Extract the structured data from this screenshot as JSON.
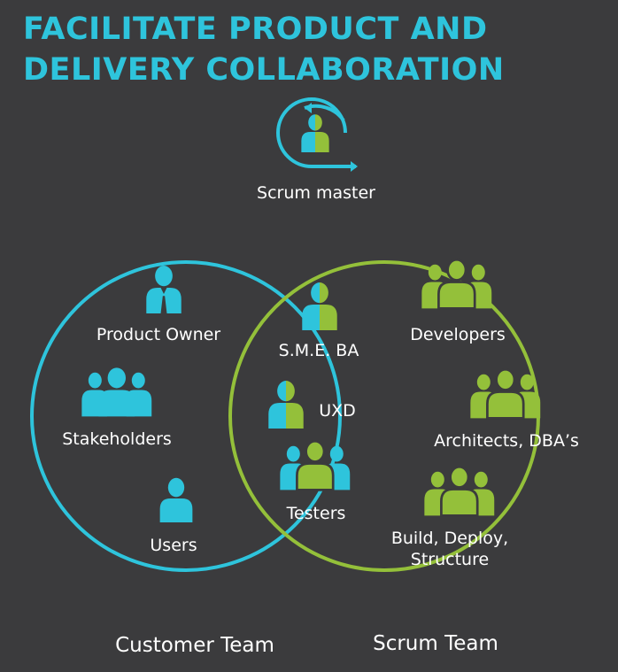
{
  "title": {
    "line1": "FACILITATE PRODUCT AND",
    "line2": "DELIVERY COLLABORATION"
  },
  "colors": {
    "background": "#3b3b3d",
    "blue": "#2ec4dc",
    "green": "#94c03a",
    "text": "#ffffff"
  },
  "scrum_master": {
    "label": "Scrum master",
    "icon": "cycle-person-icon"
  },
  "customer_team": {
    "label": "Customer Team",
    "members": [
      {
        "label": "Product Owner",
        "icon": "person-with-tie-icon"
      },
      {
        "label": "Stakeholders",
        "icon": "group-icon"
      },
      {
        "label": "Users",
        "icon": "person-icon"
      }
    ]
  },
  "shared": {
    "members": [
      {
        "label": "S.M.E. BA",
        "icon": "half-blue-half-green-person-icon"
      },
      {
        "label": "UXD",
        "icon": "half-blue-half-green-person-icon"
      },
      {
        "label": "Testers",
        "icon": "mixed-group-icon"
      }
    ]
  },
  "scrum_team": {
    "label": "Scrum Team",
    "members": [
      {
        "label": "Developers",
        "icon": "group-icon"
      },
      {
        "label": "Architects, DBA’s",
        "icon": "group-icon"
      },
      {
        "label_line1": "Build, Deploy,",
        "label_line2": "Structure",
        "icon": "group-icon"
      }
    ]
  }
}
